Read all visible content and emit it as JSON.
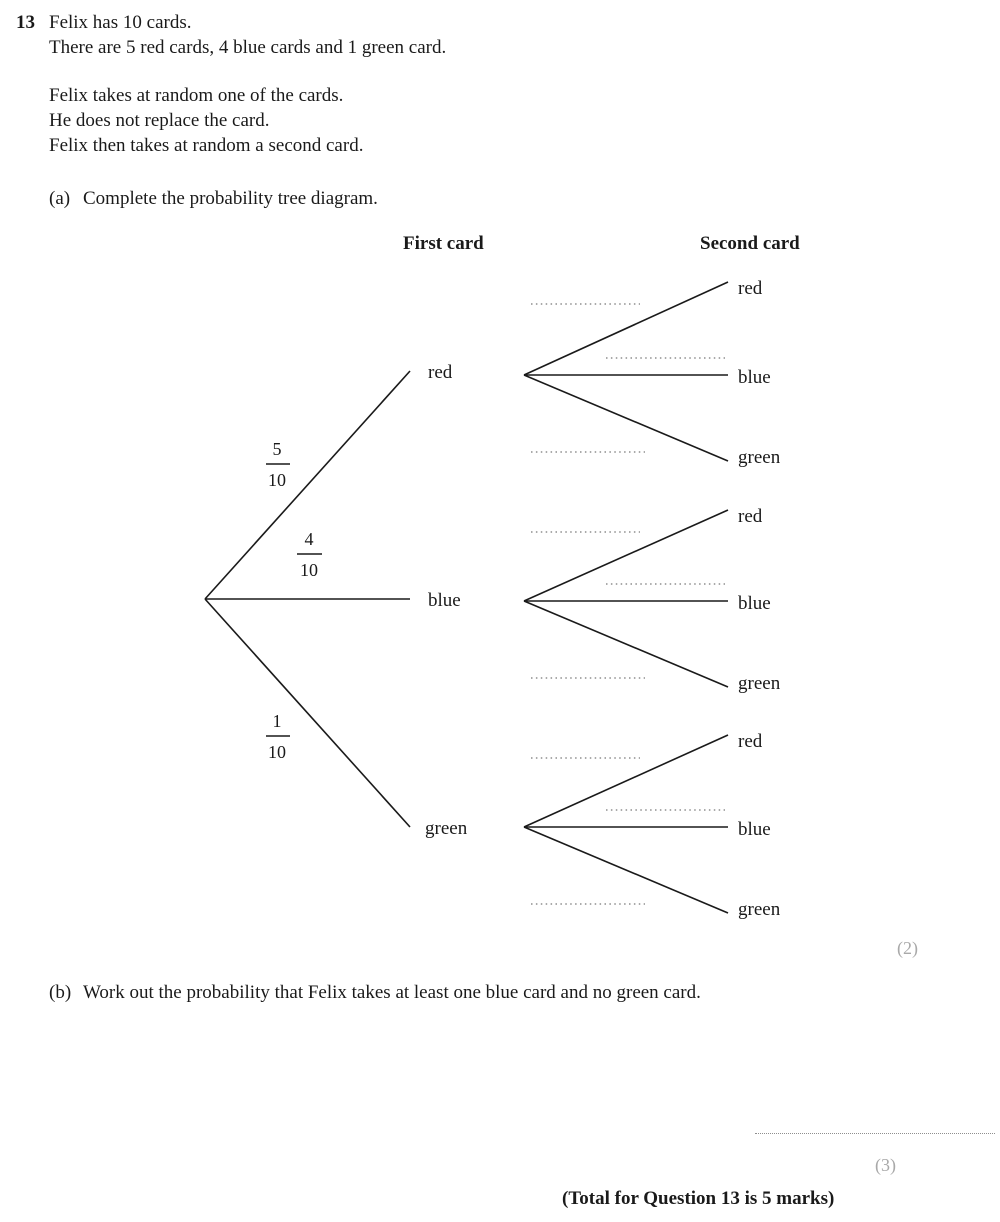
{
  "question": {
    "number": "13",
    "stem_lines": [
      "Felix has 10 cards.",
      "There are 5 red cards, 4 blue cards and 1 green card.",
      "",
      "Felix takes at random one of the cards.",
      "He does not replace the card.",
      "Felix then takes at random a second card."
    ],
    "total_text": "(Total for Question 13 is 5 marks)"
  },
  "part_a": {
    "label": "(a)",
    "text": "Complete the probability tree diagram.",
    "marks": "(2)"
  },
  "part_b": {
    "label": "(b)",
    "text": "Work out the probability that Felix takes at least one blue card and no green card.",
    "marks": "(3)"
  },
  "diagram": {
    "headings": {
      "first": "First card",
      "second": "Second card"
    },
    "first_card": {
      "branches": [
        {
          "label": "red",
          "numerator": "5",
          "denominator": "10"
        },
        {
          "label": "blue",
          "numerator": "4",
          "denominator": "10"
        },
        {
          "label": "green",
          "numerator": "1",
          "denominator": "10"
        }
      ]
    },
    "second_card": {
      "groups": [
        {
          "from": "red",
          "branches": [
            {
              "label": "red",
              "probability": ""
            },
            {
              "label": "blue",
              "probability": ""
            },
            {
              "label": "green",
              "probability": ""
            }
          ]
        },
        {
          "from": "blue",
          "branches": [
            {
              "label": "red",
              "probability": ""
            },
            {
              "label": "blue",
              "probability": ""
            },
            {
              "label": "green",
              "probability": ""
            }
          ]
        },
        {
          "from": "green",
          "branches": [
            {
              "label": "red",
              "probability": ""
            },
            {
              "label": "blue",
              "probability": ""
            },
            {
              "label": "green",
              "probability": ""
            }
          ]
        }
      ]
    }
  },
  "colors": {
    "ink": "#1a1a1a",
    "rule_gray": "#8e8e8e",
    "marks_gray": "#a9a9a9"
  }
}
